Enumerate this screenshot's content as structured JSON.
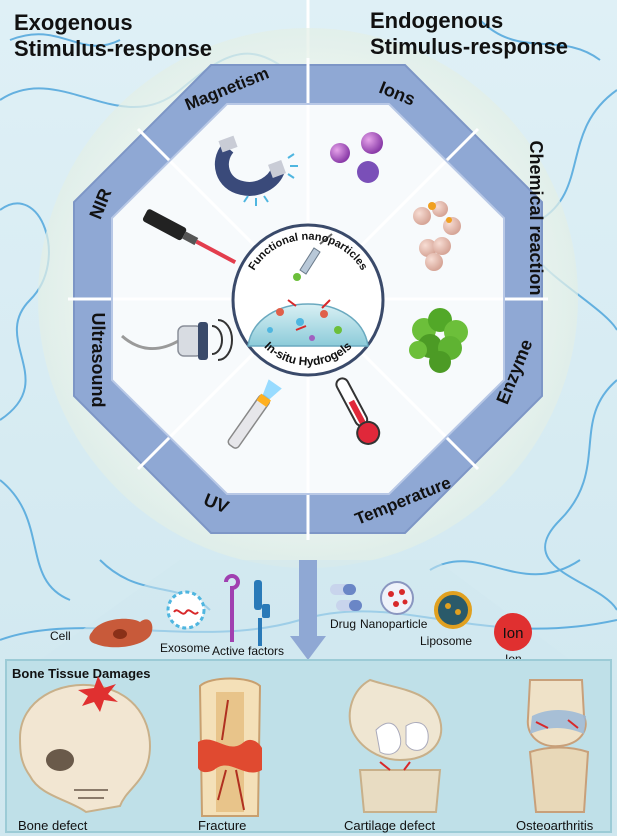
{
  "headings": {
    "exogenous": [
      "Exogenous",
      "Stimulus-response"
    ],
    "endogenous": [
      "Endogenous",
      "Stimulus-response"
    ]
  },
  "stimuli": {
    "magnetism": "Magnetism",
    "ions": "Ions",
    "chemical_reaction": "Chemical reaction",
    "enzyme": "Enzyme",
    "temperature": "Temperature",
    "uv": "UV",
    "ultrasound": "Ultrasound",
    "nir": "NIR"
  },
  "center": {
    "top_label": "Functional nanoparticles",
    "bottom_label": "In-situ Hydrogels"
  },
  "cargo": {
    "cell": "Cell",
    "exosome": "Exosome",
    "active_factors": "Active factors",
    "drug": "Drug",
    "nanoparticle": "Nanoparticle",
    "liposome": "Liposome",
    "ion_badge": "Ion",
    "ion": "Ion"
  },
  "bone": {
    "title": "Bone Tissue Damages",
    "bone_defect": "Bone defect",
    "fracture": "Fracture",
    "cartilage_defect": "Cartilage defect",
    "osteoarthritis": "Osteoarthritis"
  },
  "colors": {
    "octagon_frame": "#8fa8d4",
    "hydrogel": "#a9d8e2",
    "wave": "#4fa6dc",
    "accent_red": "#d8282a",
    "bottom_panel": "#bfe0e8"
  }
}
